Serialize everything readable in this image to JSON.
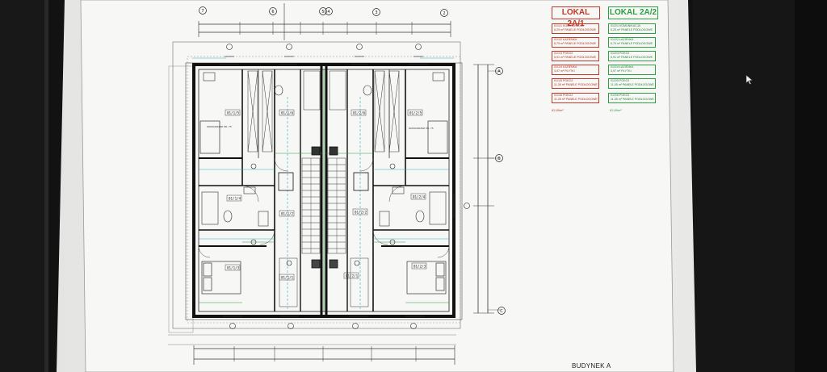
{
  "legend": {
    "unit_a": {
      "title": "LOKAL 2A/1",
      "color": "#c0392b",
      "rows": [
        [
          "01/1/1 KOMUNIKACJA",
          "6,25 m² PANELE PODŁOGOWE"
        ],
        [
          "01/1/2 ŁAZIENKA",
          "6,79 m² PANELE PODŁOGOWE"
        ],
        [
          "01/1/3 POKÓJ",
          "5,91 m² PANELE PODŁOGOWE"
        ],
        [
          "01/1/4 ŁAZIENKA",
          "3,97 m² PŁYTKI"
        ],
        [
          "01/1/5 POKÓJ",
          "11,35 m² PANELE PODŁOGOWE"
        ],
        [
          "01/1/6 POKÓJ",
          "11,35 m² PANELE PODŁOGOWE"
        ]
      ],
      "total": "62,89m²"
    },
    "unit_b": {
      "title": "LOKAL 2A/2",
      "color": "#2e9e44",
      "rows": [
        [
          "01/2/1 KOMUNIKACJA",
          "6,25 m² PANELE PODŁOGOWE"
        ],
        [
          "01/2/2 ŁAZIENKA",
          "6,79 m² PANELE PODŁOGOWE"
        ],
        [
          "01/2/3 POKÓJ",
          "5,91 m² PANELE PODŁOGOWE"
        ],
        [
          "01/2/4 ŁAZIENKA",
          "3,97 m² PŁYTKI"
        ],
        [
          "01/2/5 POKÓJ",
          "11,05 m² PANELE PODŁOGOWE"
        ],
        [
          "01/2/6 POKÓJ",
          "11,35 m² PANELE PODŁOGOWE"
        ]
      ],
      "total": "62,89m²"
    }
  },
  "plan": {
    "building_label": "BUDYNEK A",
    "top_axes": [
      "7",
      "6",
      "5",
      "4",
      "3",
      "2"
    ],
    "right_axes": [
      "A",
      "B",
      "C"
    ],
    "room_labels_left": [
      "01/1/5",
      "01/1/6",
      "01/1/4",
      "01/1/2",
      "01/1/3",
      "01/1/1"
    ],
    "room_labels_right": [
      "01/2/5",
      "01/2/6",
      "01/2/4",
      "01/2/2",
      "01/2/3",
      "01/2/1"
    ],
    "note_left_top": "OKNO/DRZWI PR. 75",
    "note_right_top": "OKNO/DRZWI PR. 75"
  }
}
